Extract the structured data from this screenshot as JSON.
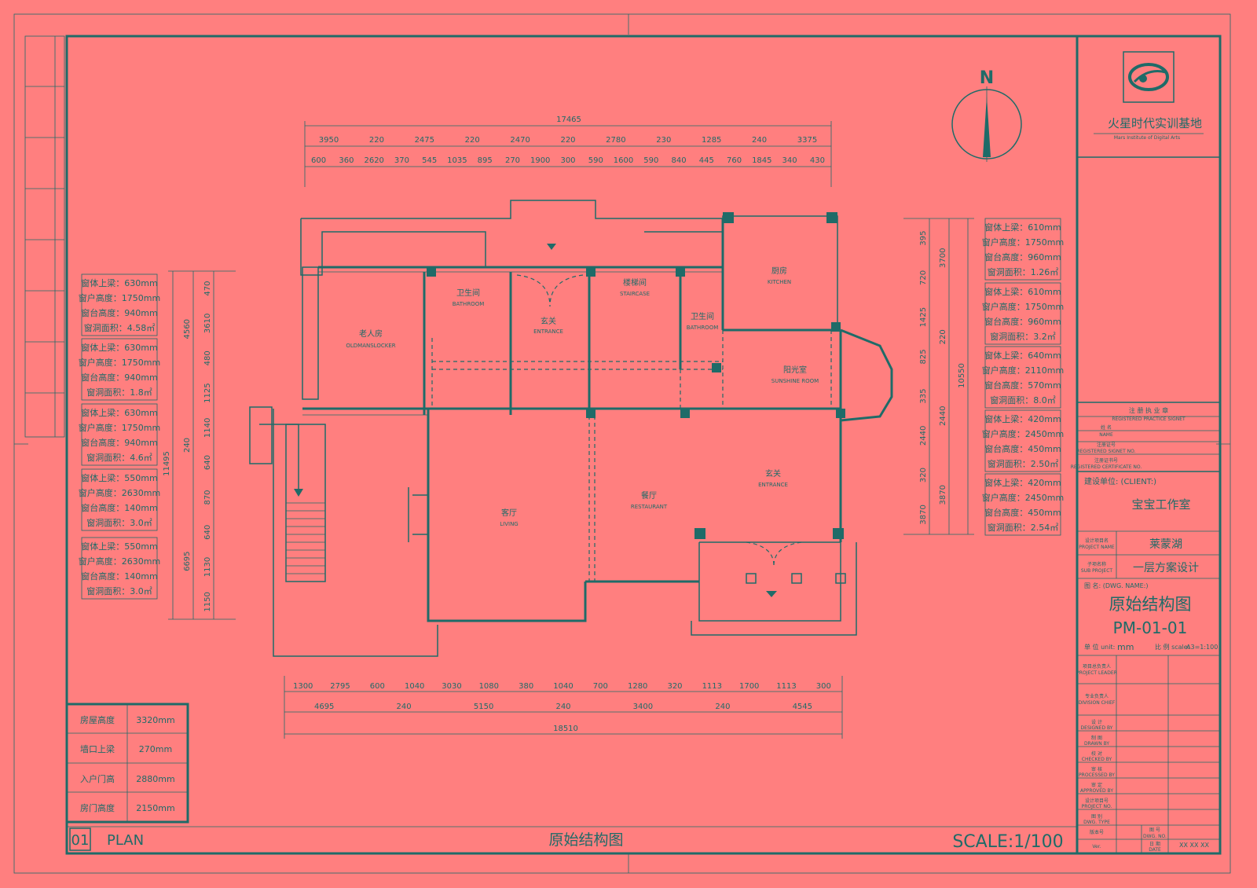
{
  "title_block": {
    "company_name": "火星时代实训基地",
    "company_name_en": "Mars Institute of Digital Arts",
    "seal_label": "注 册 执 业 章",
    "seal_label_en": "REGISTERED PRACTICE SIGNET",
    "name_label": "姓 名",
    "name_label_en": "NAME",
    "reg_no_label": "注册证号",
    "reg_no_label_en": "REGISTERED SIGNET NO.",
    "cert_label": "注册证书号",
    "cert_label_en": "REGISTERED CERTIFICATE NO.",
    "client_label": "建设单位: (CLIENT:)",
    "client_name": "宝宝工作室",
    "project_label": "设计项目名",
    "project_label_en": "PROJECT NAME",
    "project_name": "莱蒙湖",
    "sub_project_label": "子项名称",
    "sub_project_label_en": "SUB PROJECT",
    "sub_project_name": "一层方案设计",
    "drawing_name_label": "图 名: (DWG. NAME:)",
    "drawing_name": "原始结构图",
    "drawing_no": "PM-01-01",
    "unit_label": "单 位 unit:",
    "unit_value": "mm",
    "scale_label": "比 例 scale:",
    "scale_value": "A3=1:100",
    "rows": [
      {
        "cn": "项目总负责人",
        "en": "PROJECT LEADER"
      },
      {
        "cn": "专业负责人",
        "en": "DIVISION CHIEF"
      },
      {
        "cn": "设 计",
        "en": "DESIGNED BY"
      },
      {
        "cn": "制 图",
        "en": "DRAWN BY"
      },
      {
        "cn": "校 对",
        "en": "CHECKED BY"
      },
      {
        "cn": "审 核",
        "en": "PROCESSED BY"
      },
      {
        "cn": "审 定",
        "en": "APPROVED BY"
      },
      {
        "cn": "设计项目号",
        "en": "PROJECT NO."
      },
      {
        "cn": "图 别",
        "en": "DWG. TYPE"
      },
      {
        "cn": "版本号",
        "en": "Ver."
      }
    ],
    "dwg_no_label": "图 号",
    "dwg_no_label_en": "DWG. NO.",
    "date_label": "日 期",
    "date_label_en": "DATE",
    "date_value": "XX XX XX"
  },
  "footer": {
    "plan_number": "01",
    "plan_label": "PLAN",
    "title": "原始结构图",
    "scale": "SCALE:1/100"
  },
  "north_label": "N",
  "legend": [
    {
      "label": "房屋高度",
      "value": "3320mm"
    },
    {
      "label": "墙口上梁",
      "value": "270mm"
    },
    {
      "label": "入户门高",
      "value": "2880mm"
    },
    {
      "label": "房门高度",
      "value": "2150mm"
    }
  ],
  "left_specs": [
    [
      "窗体上梁：630mm",
      "窗户高度：1750mm",
      "窗台高度：940mm",
      "窗洞面积：4.58㎡"
    ],
    [
      "窗体上梁：630mm",
      "窗户高度：1750mm",
      "窗台高度：940mm",
      "窗洞面积：1.8㎡"
    ],
    [
      "窗体上梁：630mm",
      "窗户高度：1750mm",
      "窗台高度：940mm",
      "窗洞面积：4.6㎡"
    ],
    [
      "窗体上梁：550mm",
      "窗户高度：2630mm",
      "窗台高度：140mm",
      "窗洞面积：3.0㎡"
    ],
    [
      "窗体上梁：550mm",
      "窗户高度：2630mm",
      "窗台高度：140mm",
      "窗洞面积：3.0㎡"
    ]
  ],
  "right_specs": [
    [
      "窗体上梁：610mm",
      "窗户高度：1750mm",
      "窗台高度：960mm",
      "窗洞面积：1.26㎡"
    ],
    [
      "窗体上梁：610mm",
      "窗户高度：1750mm",
      "窗台高度：960mm",
      "窗洞面积：3.2㎡"
    ],
    [
      "窗体上梁：640mm",
      "窗户高度：2110mm",
      "窗台高度：570mm",
      "窗洞面积：8.0㎡"
    ],
    [
      "窗体上梁：420mm",
      "窗户高度：2450mm",
      "窗台高度：450mm",
      "窗洞面积：2.50㎡"
    ],
    [
      "窗体上梁：420mm",
      "窗户高度：2450mm",
      "窗台高度：450mm",
      "窗洞面积：2.54㎡"
    ]
  ],
  "rooms": [
    {
      "cn": "老人房",
      "en": "OLDMANSLOCKER"
    },
    {
      "cn": "卫生间",
      "en": "BATHROOM"
    },
    {
      "cn": "玄关",
      "en": "ENTRANCE"
    },
    {
      "cn": "楼梯间",
      "en": "STAIRCASE"
    },
    {
      "cn": "卫生间",
      "en": "BATHROOM"
    },
    {
      "cn": "厨房",
      "en": "KITCHEN"
    },
    {
      "cn": "阳光室",
      "en": "SUNSHINE ROOM"
    },
    {
      "cn": "客厅",
      "en": "LIVING"
    },
    {
      "cn": "餐厅",
      "en": "RESTAURANT"
    },
    {
      "cn": "玄关",
      "en": "ENTRANCE"
    }
  ],
  "dims": {
    "top_total": "17465",
    "top_row1": [
      "3950",
      "220",
      "2475",
      "220",
      "2470",
      "220",
      "2780",
      "230",
      "1285",
      "240",
      "3375"
    ],
    "top_row2": [
      "600",
      "360",
      "2620",
      "370",
      "545",
      "1035",
      "895",
      "270",
      "1900",
      "300",
      "590",
      "1600",
      "590",
      "840",
      "445",
      "760",
      "1845",
      "340",
      "430"
    ],
    "bottom_row1": [
      "1300",
      "2795",
      "600",
      "1040",
      "3030",
      "1080",
      "380",
      "1040",
      "700",
      "1280",
      "320",
      "1113",
      "1700",
      "1113",
      "300"
    ],
    "bottom_row2": [
      "4695",
      "240",
      "5150",
      "240",
      "3400",
      "240",
      "4545"
    ],
    "bottom_total": "18510",
    "left_total": "11495",
    "left_row1": [
      "4560",
      "240",
      "6695"
    ],
    "left_row2": [
      "470",
      "3610",
      "480",
      "1125",
      "1140",
      "640",
      "870",
      "640",
      "1130",
      "1150"
    ],
    "right_total": "10550",
    "right_row1": [
      "3700",
      "220",
      "2440",
      "3870"
    ],
    "right_row2": [
      "395",
      "720",
      "1425",
      "825",
      "335",
      "2440",
      "320",
      "3870"
    ]
  }
}
